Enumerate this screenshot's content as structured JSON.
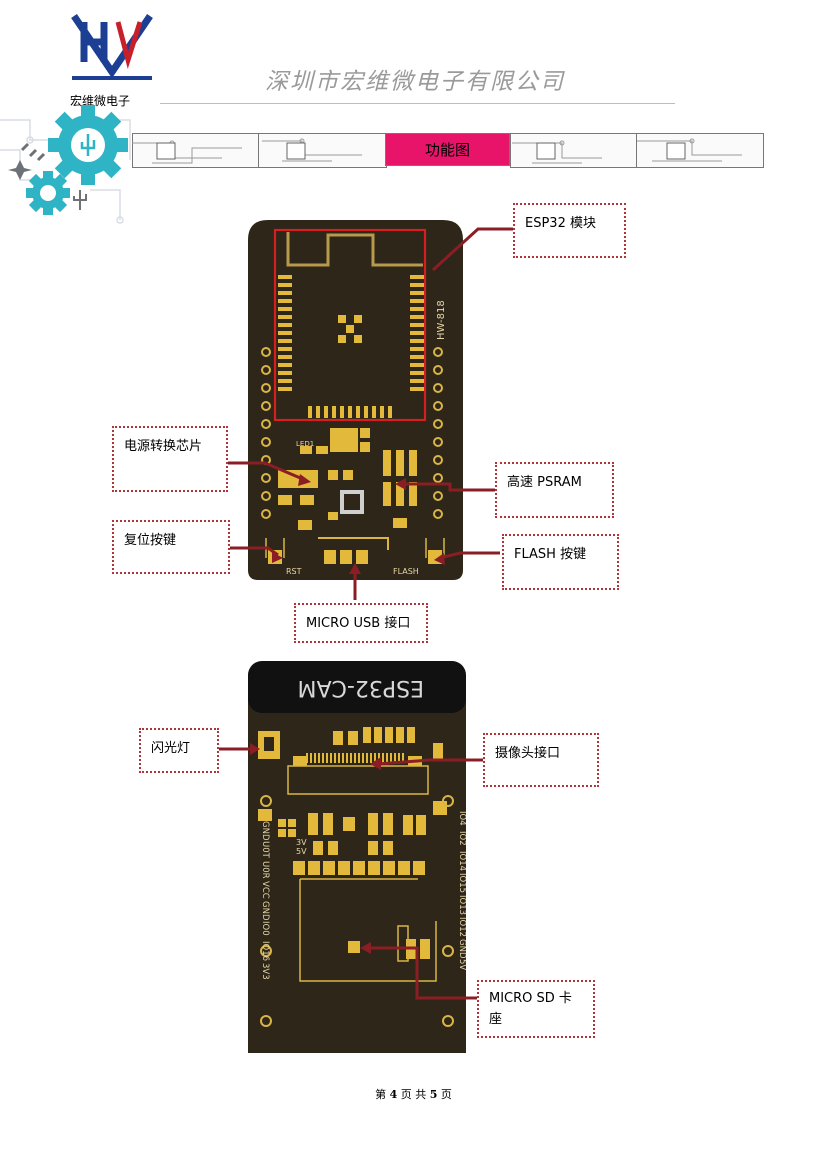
{
  "header": {
    "company": "深圳市宏维微电子有限公司",
    "logo_text": "宏维微电子",
    "section_title": "功能图",
    "brand_color": "#e8146a"
  },
  "board_top": {
    "silk_module": "HW-818",
    "silk_led": "LED1",
    "silk_rst": "RST",
    "silk_flash": "FLASH",
    "callouts": {
      "esp32": "ESP32 模块",
      "power": "电源转换芯片",
      "psram": "高速 PSRAM",
      "reset": "复位按键",
      "flash": "FLASH 按键",
      "usb": "MICRO USB  接口"
    }
  },
  "board_bottom": {
    "silk_title": "ESP32-CAM",
    "left_pins": [
      "GND",
      "U0T",
      "U0R",
      "VCC",
      "GND",
      "IO0",
      "IO16",
      "3V3"
    ],
    "right_pins": [
      "IO4",
      "IO2",
      "IO14",
      "IO15",
      "IO13",
      "IO12",
      "GND",
      "5V"
    ],
    "jumper_labels": [
      "3V",
      "5V"
    ],
    "callouts": {
      "flash_led": "闪光灯",
      "camera": "摄像头接口",
      "sd_line1": "MICRO  SD   卡",
      "sd_line2": "座"
    }
  },
  "footer": {
    "page_label": "第",
    "page_number": "4",
    "page_unit": "页",
    "total_label": "共",
    "total_pages": "5",
    "total_unit": "页"
  }
}
